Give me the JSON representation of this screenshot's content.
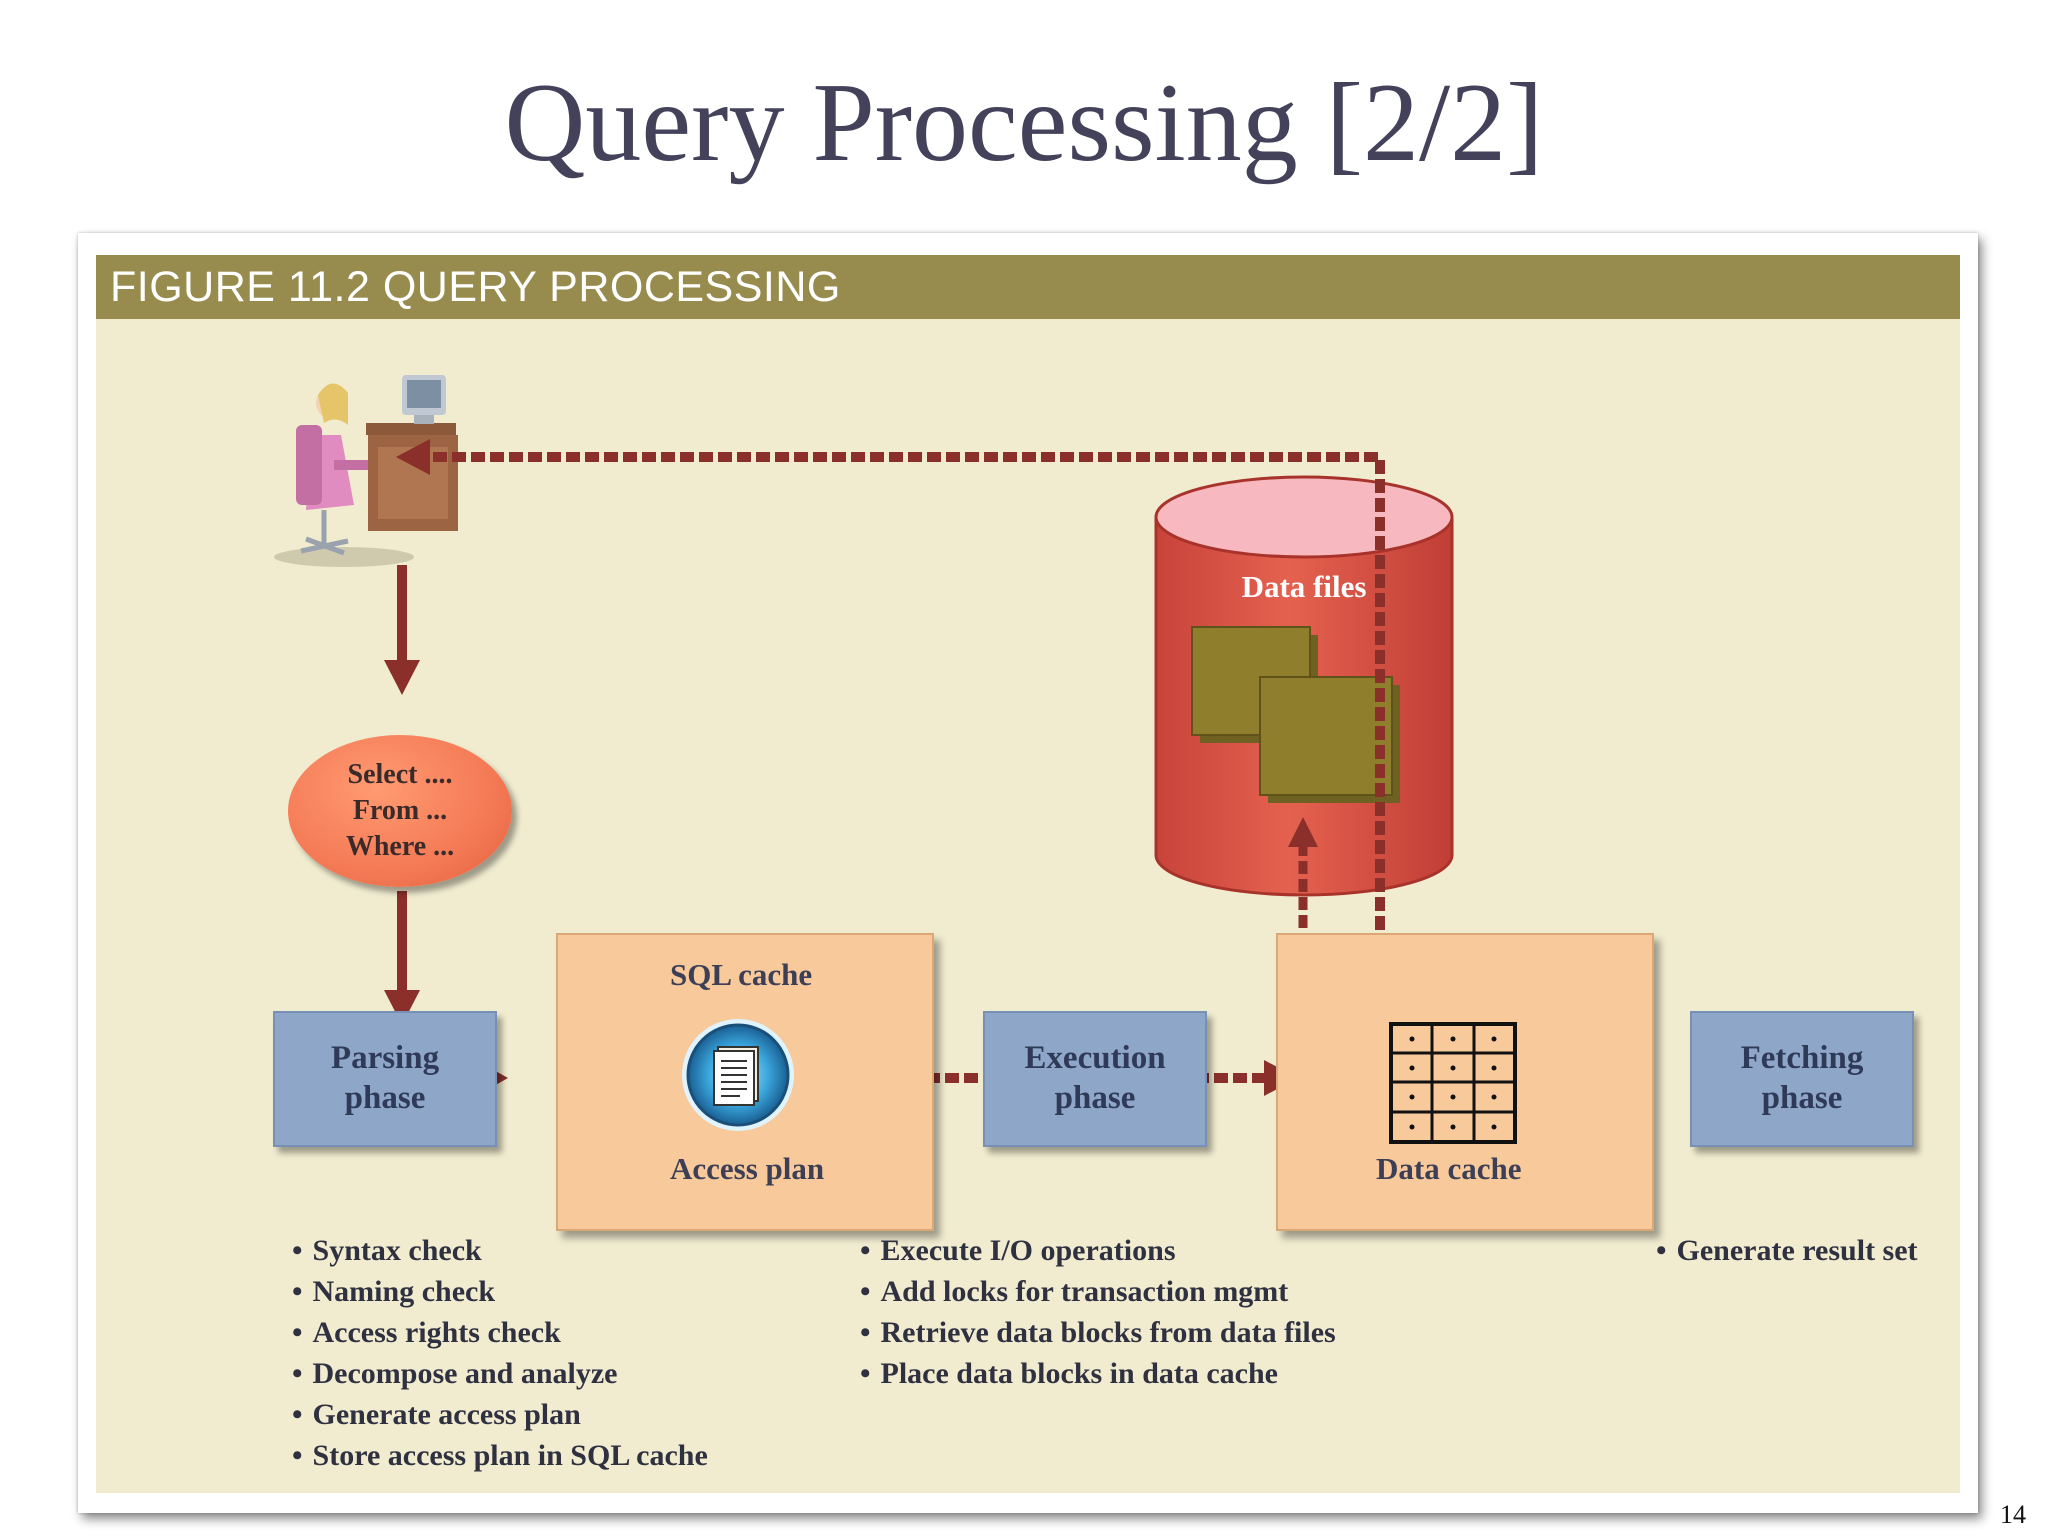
{
  "slide": {
    "title": "Query Processing [2/2]",
    "page_number": "14"
  },
  "figure": {
    "header": "FIGURE 11.2  QUERY PROCESSING",
    "query_lines": [
      "Select ....",
      "From ...",
      "Where ..."
    ],
    "phases": {
      "parsing": "Parsing\nphase",
      "execution": "Execution\nphase",
      "fetching": "Fetching\nphase"
    },
    "sql_cache": {
      "title": "SQL cache",
      "item": "Access plan"
    },
    "data_cache": {
      "item": "Data cache"
    },
    "data_files": "Data files",
    "parsing_steps": [
      "Syntax check",
      "Naming check",
      "Access rights check",
      "Decompose and analyze",
      "Generate access plan",
      "Store access plan in SQL cache"
    ],
    "execution_steps": [
      "Execute I/O operations",
      "Add locks for transaction mgmt",
      "Retrieve data blocks from data files",
      "Place data blocks in data cache"
    ],
    "fetching_steps": [
      "Generate result set"
    ]
  },
  "colors": {
    "header_bar": "#978c4e",
    "panel": "#f1ecd0",
    "phase_box": "#8ea6c7",
    "cache_box": "#f8c99a",
    "arrow": "#8b2f2a",
    "cylinder": "#de5a4a",
    "data_file": "#8f7f2c"
  },
  "icons": [
    "user-at-computer-icon",
    "access-plan-document-icon",
    "data-cache-grid-icon",
    "data-file-icon"
  ]
}
